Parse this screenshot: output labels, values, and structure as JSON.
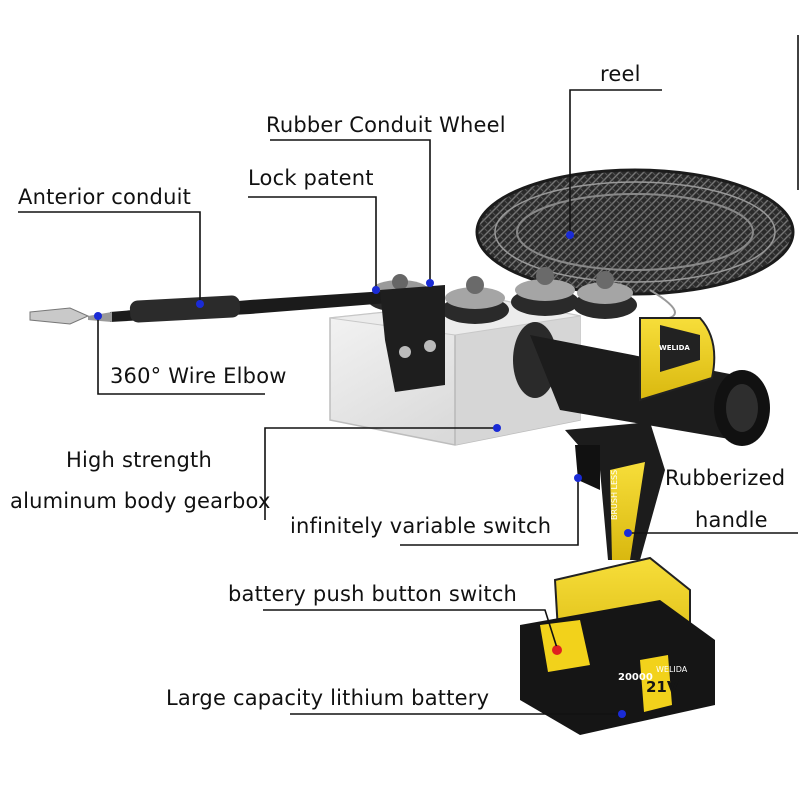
{
  "callouts": {
    "reel": "reel",
    "rubber_conduit_wheel": "Rubber Conduit Wheel",
    "lock_patent": "Lock patent",
    "anterior_conduit": "Anterior conduit",
    "wire_elbow": "360° Wire Elbow",
    "gearbox_line1": "High strength",
    "gearbox_line2": "aluminum body gearbox",
    "rubberized_line1": "Rubberized",
    "rubberized_line2": "handle",
    "variable_switch": "infinitely variable switch",
    "battery_switch": "battery push button switch",
    "battery": "Large capacity lithium battery"
  },
  "product": {
    "brand": "WELIDA",
    "motor_text": "BRUSH LESS",
    "battery_capacity": "20000",
    "battery_voltage": "21V"
  },
  "colors": {
    "line": "#111111",
    "dot": "#1a2bd6",
    "tool_yellow": "#f2d21b",
    "tool_black": "#1b1b1b",
    "gearbox": "#e6e6e6",
    "battery_button": "#e02020"
  }
}
